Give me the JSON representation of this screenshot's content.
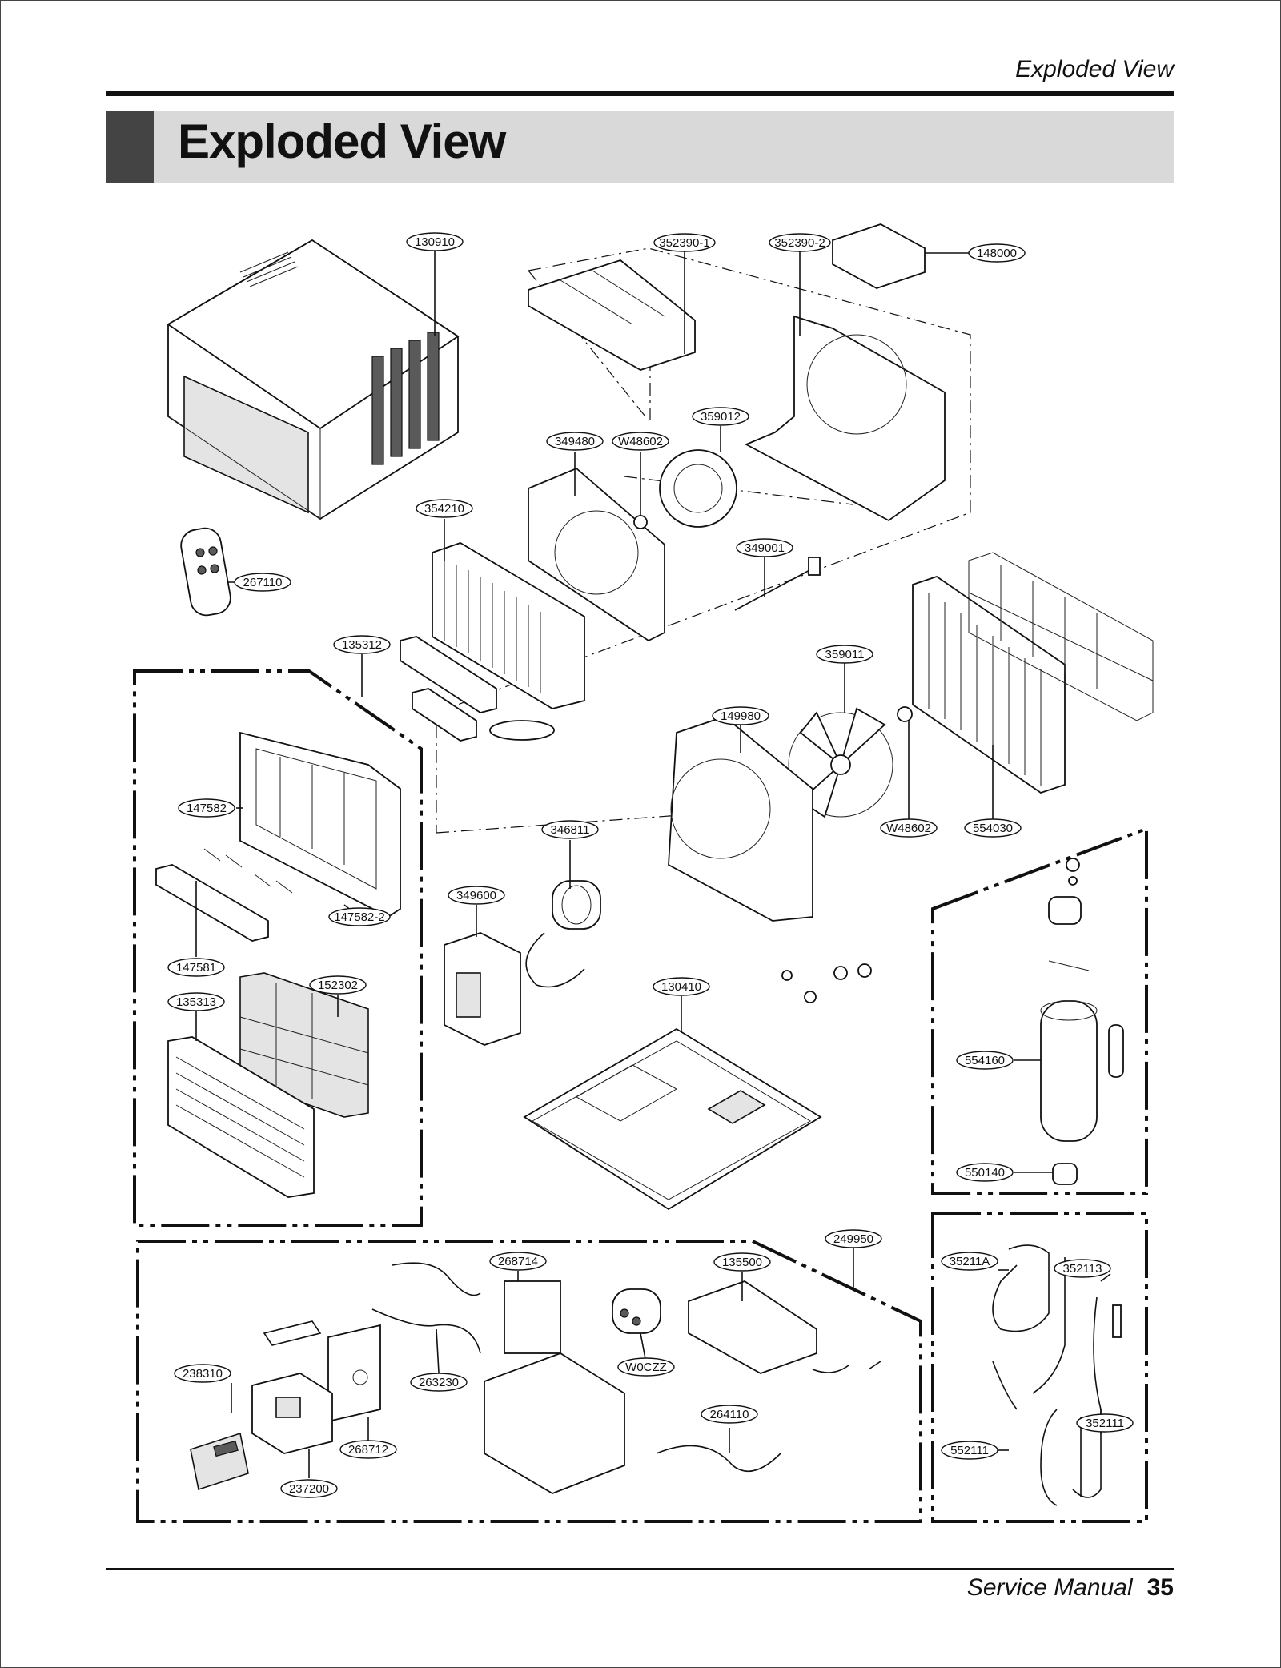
{
  "header": {
    "running_title": "Exploded View"
  },
  "title": "Exploded View",
  "footer": {
    "manual": "Service Manual",
    "page": "35"
  },
  "parts": [
    {
      "id": "p130910",
      "label": "130910"
    },
    {
      "id": "p352390_1",
      "label": "352390-1"
    },
    {
      "id": "p352390_2",
      "label": "352390-2"
    },
    {
      "id": "p148000",
      "label": "148000"
    },
    {
      "id": "p359012",
      "label": "359012"
    },
    {
      "id": "p349480",
      "label": "349480"
    },
    {
      "id": "pW48602a",
      "label": "W48602"
    },
    {
      "id": "p354210",
      "label": "354210"
    },
    {
      "id": "p349001",
      "label": "349001"
    },
    {
      "id": "p267110",
      "label": "267110"
    },
    {
      "id": "p135312",
      "label": "135312"
    },
    {
      "id": "p359011",
      "label": "359011"
    },
    {
      "id": "p149980",
      "label": "149980"
    },
    {
      "id": "p147582",
      "label": "147582"
    },
    {
      "id": "p346811",
      "label": "346811"
    },
    {
      "id": "pW48602b",
      "label": "W48602"
    },
    {
      "id": "p554030",
      "label": "554030"
    },
    {
      "id": "p349600",
      "label": "349600"
    },
    {
      "id": "p147582_2",
      "label": "147582-2"
    },
    {
      "id": "p147581",
      "label": "147581"
    },
    {
      "id": "p152302",
      "label": "152302"
    },
    {
      "id": "p135313",
      "label": "135313"
    },
    {
      "id": "p130410",
      "label": "130410"
    },
    {
      "id": "p554160",
      "label": "554160"
    },
    {
      "id": "p550140",
      "label": "550140"
    },
    {
      "id": "p249950",
      "label": "249950"
    },
    {
      "id": "p268714",
      "label": "268714"
    },
    {
      "id": "p135500",
      "label": "135500"
    },
    {
      "id": "p35211A",
      "label": "35211A"
    },
    {
      "id": "p352113",
      "label": "352113"
    },
    {
      "id": "pW0CZZ",
      "label": "W0CZZ"
    },
    {
      "id": "p263230",
      "label": "263230"
    },
    {
      "id": "p238310",
      "label": "238310"
    },
    {
      "id": "p264110",
      "label": "264110"
    },
    {
      "id": "p352111",
      "label": "352111"
    },
    {
      "id": "p552111",
      "label": "552111"
    },
    {
      "id": "p268712",
      "label": "268712"
    },
    {
      "id": "p237200",
      "label": "237200"
    }
  ]
}
